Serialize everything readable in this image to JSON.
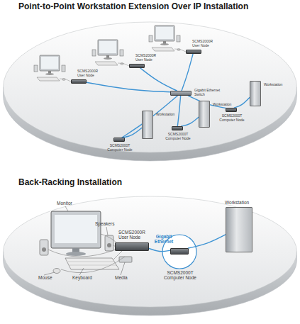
{
  "diagram": {
    "nodes": [
      {
        "text": [
          "Point-to-Point Workstation Extension Over IP Installation"
        ]
      },
      {
        "text": [
          "SCMS2000R User Node"
        ],
        "in": 0
      },
      {
        "text": [
          "SCMS2000R User Node"
        ],
        "in": 0
      },
      {
        "text": [
          "SCMS2000R User Node"
        ],
        "in": 0
      },
      {
        "text": [
          "Gigabit Ethernet Switch"
        ],
        "in": 0
      },
      {
        "text": [
          "SCMS2000T Computer Node"
        ],
        "in": 0
      },
      {
        "text": [
          "Workstation"
        ],
        "in": 0
      },
      {
        "text": [
          "SCMS2000T Computer Node"
        ],
        "in": 0
      },
      {
        "text": [
          "Workstation"
        ],
        "in": 0
      },
      {
        "text": [
          "SCMS2000T Computer Node"
        ],
        "in": 0
      },
      {
        "text": [
          "Workstation"
        ],
        "in": 0
      },
      {
        "text": [
          "Back-Racking Installation"
        ]
      },
      {
        "text": [
          "SCMS2000R User Node"
        ],
        "in": 11
      },
      {
        "text": [
          "SCMS2000T Computer Node"
        ],
        "in": 11
      },
      {
        "text": [
          "Workstation"
        ],
        "in": 11
      }
    ],
    "edges": [
      {
        "from": 1,
        "to": 4,
        "arrow": "none"
      },
      {
        "from": 2,
        "to": 4,
        "arrow": "none"
      },
      {
        "from": 3,
        "to": 4,
        "arrow": "none"
      },
      {
        "from": 4,
        "to": 5,
        "arrow": "none"
      },
      {
        "from": 4,
        "to": 7,
        "arrow": "none"
      },
      {
        "from": 4,
        "to": 9,
        "arrow": "none"
      },
      {
        "from": 5,
        "to": 6,
        "arrow": "none"
      },
      {
        "from": 7,
        "to": 8,
        "arrow": "none"
      },
      {
        "from": 9,
        "to": 10,
        "arrow": "none"
      },
      {
        "from": 12,
        "to": 13,
        "label": "Gigabit Ethernet",
        "arrow": "none"
      },
      {
        "from": 13,
        "to": 14,
        "arrow": "none"
      }
    ],
    "labels": [
      "Monitor",
      "Speakers",
      "Mouse",
      "Keyboard",
      "Media"
    ]
  }
}
